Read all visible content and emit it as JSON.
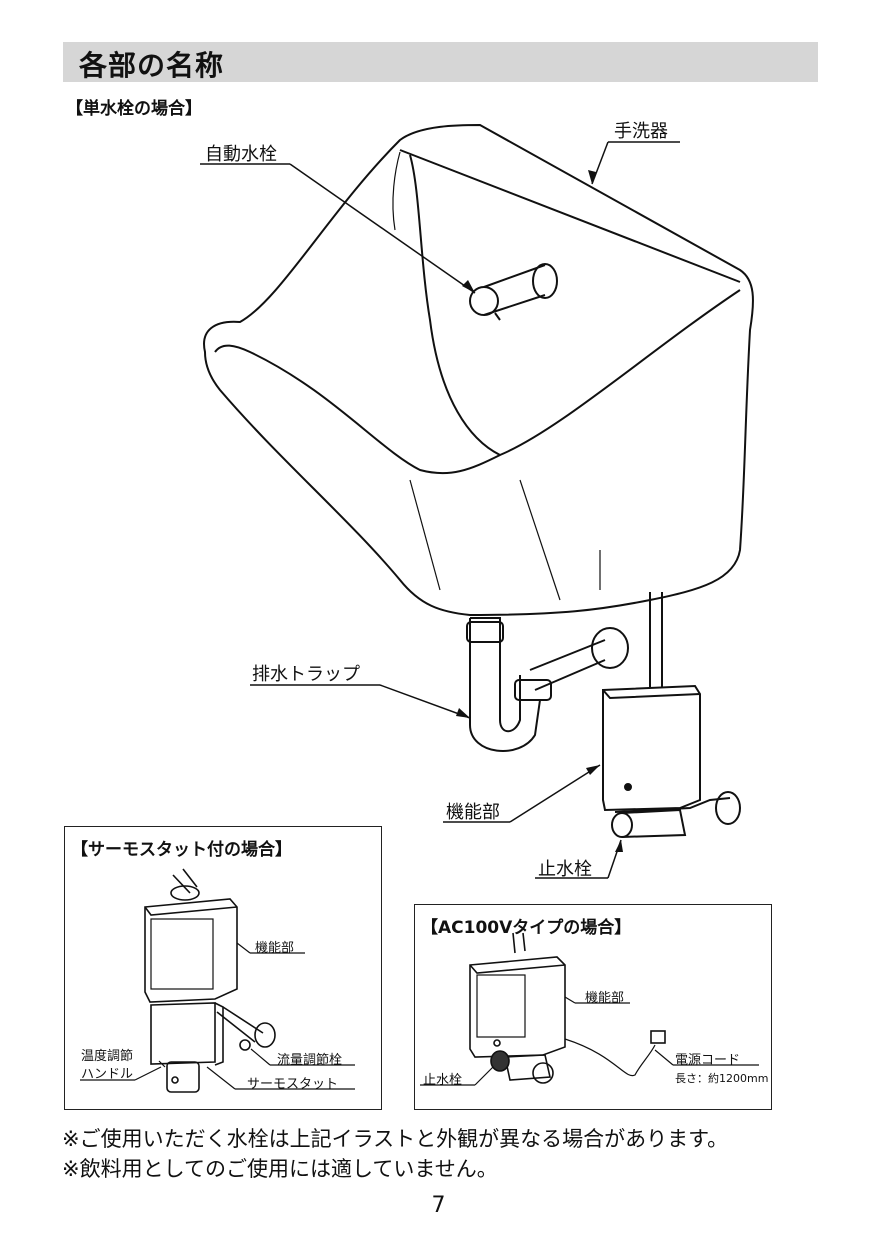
{
  "heading": "各部の名称",
  "main": {
    "subtitle": "【単水栓の場合】",
    "labels": {
      "sink": "手洗器",
      "faucet": "自動水栓",
      "trap": "排水トラップ",
      "function_unit": "機能部",
      "stop_valve": "止水栓"
    }
  },
  "thermostat": {
    "title": "【サーモスタット付の場合】",
    "labels": {
      "function_unit": "機能部",
      "temp_handle_1": "温度調節",
      "temp_handle_2": "ハンドル",
      "flow_valve": "流量調節栓",
      "thermostat": "サーモスタット"
    }
  },
  "ac100v": {
    "title": "【AC100Vタイプの場合】",
    "labels": {
      "function_unit": "機能部",
      "stop_valve": "止水栓",
      "power_cord": "電源コード",
      "length": "長さ：約1200mm"
    }
  },
  "notes": [
    "※ご使用いただく水栓は上記イラストと外観が異なる場合があります。",
    "※飲料用としてのご使用には適していません。"
  ],
  "page_number": "7"
}
